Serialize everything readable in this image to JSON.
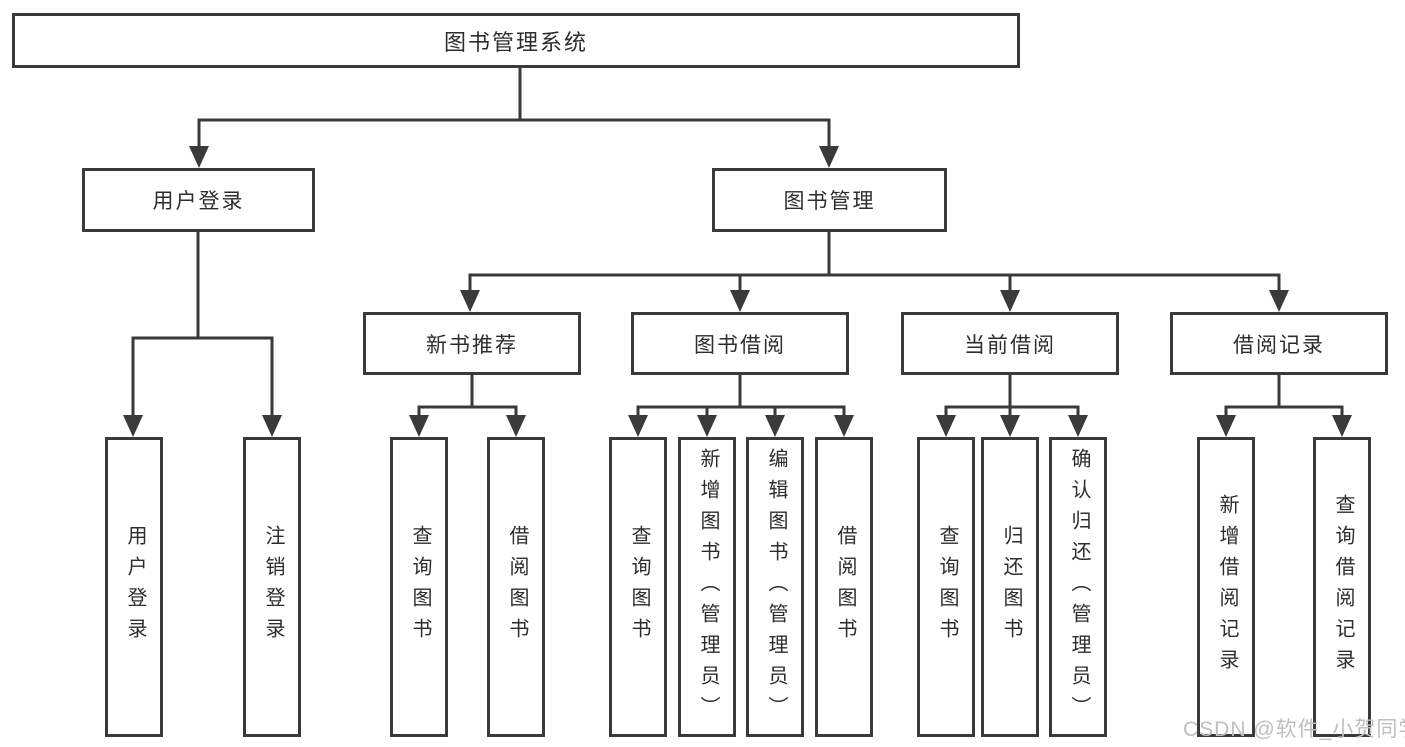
{
  "diagram": {
    "title": "图书管理系统",
    "branches": [
      {
        "label": "用户登录",
        "leaves": [
          "用户登录",
          "注销登录"
        ]
      },
      {
        "label": "图书管理",
        "groups": [
          {
            "label": "新书推荐",
            "leaves": [
              "查询图书",
              "借阅图书"
            ]
          },
          {
            "label": "图书借阅",
            "leaves": [
              "查询图书",
              "新增图书（管理员）",
              "编辑图书（管理员）",
              "借阅图书"
            ]
          },
          {
            "label": "当前借阅",
            "leaves": [
              "查询图书",
              "归还图书",
              "确认归还（管理员）"
            ]
          },
          {
            "label": "借阅记录",
            "leaves": [
              "新增借阅记录",
              "查询借阅记录"
            ]
          }
        ]
      }
    ]
  },
  "watermark": {
    "text": "CSDN @软件_小贺同学"
  },
  "colors": {
    "line": "#3a3a3a",
    "text": "#2d2d2d",
    "watermark": "#bfbfbf",
    "background": "#ffffff"
  }
}
